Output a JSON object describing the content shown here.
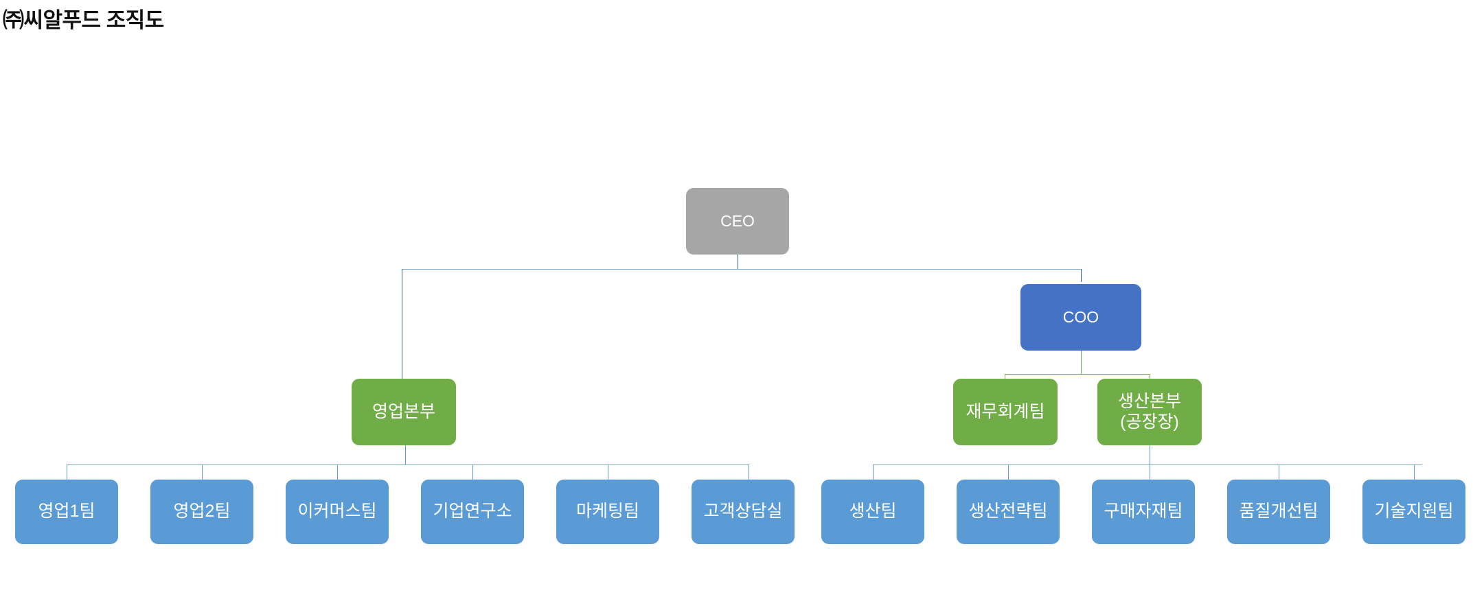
{
  "page": {
    "title": "㈜씨알푸드 조직도",
    "background_color": "#FFFFFF"
  },
  "palette": {
    "ceo_gray": "#A6A6A6",
    "coo_blue": "#4472C4",
    "division_green": "#70AD47",
    "team_blue": "#5B9BD5",
    "connector_blue": "#5B9BD5",
    "connector_green": "#7CA850",
    "text_white": "#FFFFFF",
    "title_black": "#111111"
  },
  "chart_data": {
    "type": "diagram",
    "diagram_kind": "organization-chart",
    "title": "㈜씨알푸드 조직도",
    "orientation": "top-down",
    "levels": 4,
    "nodes": [
      {
        "id": "ceo",
        "label": "CEO",
        "label_lines": [
          "CEO"
        ],
        "level": 0,
        "color": "#A6A6A6",
        "parent": null
      },
      {
        "id": "coo",
        "label": "COO",
        "label_lines": [
          "COO"
        ],
        "level": 1,
        "color": "#4472C4",
        "parent": "ceo"
      },
      {
        "id": "sales_hq",
        "label": "영업본부",
        "label_lines": [
          "영업본부"
        ],
        "level": 2,
        "color": "#70AD47",
        "parent": "ceo"
      },
      {
        "id": "finance",
        "label": "재무회계팀",
        "label_lines": [
          "재무회계팀"
        ],
        "level": 2,
        "color": "#70AD47",
        "parent": "coo"
      },
      {
        "id": "prod_hq",
        "label": "생산본부 (공장장)",
        "label_lines": [
          "생산본부",
          "(공장장)"
        ],
        "level": 2,
        "color": "#70AD47",
        "parent": "coo"
      },
      {
        "id": "sales1",
        "label": "영업1팀",
        "label_lines": [
          "영업1팀"
        ],
        "level": 3,
        "color": "#5B9BD5",
        "parent": "sales_hq"
      },
      {
        "id": "sales2",
        "label": "영업2팀",
        "label_lines": [
          "영업2팀"
        ],
        "level": 3,
        "color": "#5B9BD5",
        "parent": "sales_hq"
      },
      {
        "id": "ecommerce",
        "label": "이커머스팀",
        "label_lines": [
          "이커머스팀"
        ],
        "level": 3,
        "color": "#5B9BD5",
        "parent": "sales_hq"
      },
      {
        "id": "rnd",
        "label": "기업연구소",
        "label_lines": [
          "기업연구소"
        ],
        "level": 3,
        "color": "#5B9BD5",
        "parent": "sales_hq"
      },
      {
        "id": "marketing",
        "label": "마케팅팀",
        "label_lines": [
          "마케팅팀"
        ],
        "level": 3,
        "color": "#5B9BD5",
        "parent": "sales_hq"
      },
      {
        "id": "cs",
        "label": "고객상담실",
        "label_lines": [
          "고객상담실"
        ],
        "level": 3,
        "color": "#5B9BD5",
        "parent": "sales_hq"
      },
      {
        "id": "production",
        "label": "생산팀",
        "label_lines": [
          "생산팀"
        ],
        "level": 3,
        "color": "#5B9BD5",
        "parent": "prod_hq"
      },
      {
        "id": "prod_strat",
        "label": "생산전략팀",
        "label_lines": [
          "생산전략팀"
        ],
        "level": 3,
        "color": "#5B9BD5",
        "parent": "prod_hq"
      },
      {
        "id": "purchasing",
        "label": "구매자재팀",
        "label_lines": [
          "구매자재팀"
        ],
        "level": 3,
        "color": "#5B9BD5",
        "parent": "prod_hq"
      },
      {
        "id": "quality",
        "label": "품질개선팀",
        "label_lines": [
          "품질개선팀"
        ],
        "level": 3,
        "color": "#5B9BD5",
        "parent": "prod_hq"
      },
      {
        "id": "tech_sup",
        "label": "기술지원팀",
        "label_lines": [
          "기술지원팀"
        ],
        "level": 3,
        "color": "#5B9BD5",
        "parent": "prod_hq"
      }
    ],
    "edges": [
      {
        "from": "ceo",
        "to": "sales_hq"
      },
      {
        "from": "ceo",
        "to": "coo"
      },
      {
        "from": "coo",
        "to": "finance"
      },
      {
        "from": "coo",
        "to": "prod_hq"
      },
      {
        "from": "sales_hq",
        "to": "sales1"
      },
      {
        "from": "sales_hq",
        "to": "sales2"
      },
      {
        "from": "sales_hq",
        "to": "ecommerce"
      },
      {
        "from": "sales_hq",
        "to": "rnd"
      },
      {
        "from": "sales_hq",
        "to": "marketing"
      },
      {
        "from": "sales_hq",
        "to": "cs"
      },
      {
        "from": "prod_hq",
        "to": "production"
      },
      {
        "from": "prod_hq",
        "to": "prod_strat"
      },
      {
        "from": "prod_hq",
        "to": "purchasing"
      },
      {
        "from": "prod_hq",
        "to": "quality"
      },
      {
        "from": "prod_hq",
        "to": "tech_sup"
      }
    ]
  }
}
